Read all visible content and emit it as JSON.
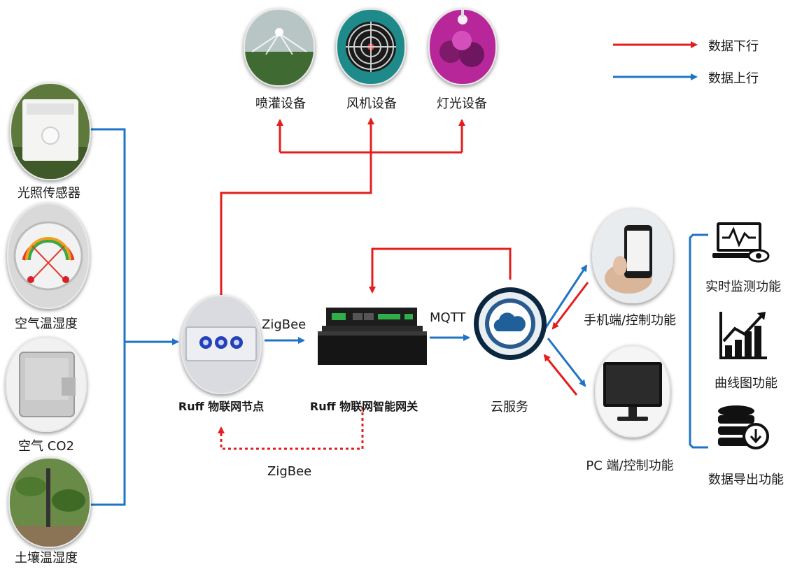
{
  "legend": {
    "down": {
      "label": "数据下行",
      "color": "#e41e1e"
    },
    "up": {
      "label": "数据上行",
      "color": "#1f74c6"
    }
  },
  "sensors": [
    {
      "label": "光照传感器",
      "icon": "light-sensor-icon"
    },
    {
      "label": "空气温湿度",
      "icon": "hygrometer-icon"
    },
    {
      "label": "空气 CO2",
      "icon": "co2-sensor-icon"
    },
    {
      "label": "土壤温湿度",
      "icon": "soil-probe-icon"
    }
  ],
  "actuators": [
    {
      "label": "喷灌设备",
      "icon": "sprinkler-icon"
    },
    {
      "label": "风机设备",
      "icon": "fan-icon"
    },
    {
      "label": "灯光设备",
      "icon": "grow-light-icon"
    }
  ],
  "node": {
    "label": "Ruff 物联网节点",
    "icon": "iot-node-icon"
  },
  "gateway": {
    "label": "Ruff 物联网智能网关",
    "icon": "gateway-icon"
  },
  "cloud": {
    "label": "云服务",
    "icon": "cloud-icon"
  },
  "links": {
    "zigbee_up": "ZigBee",
    "zigbee_back": "ZigBee",
    "mqtt": "MQTT"
  },
  "clients": [
    {
      "label": "手机端/控制功能",
      "icon": "smartphone-icon"
    },
    {
      "label": "PC 端/控制功能",
      "icon": "monitor-icon"
    }
  ],
  "functions": [
    {
      "label": "实时监测功能",
      "icon": "monitor-eye-icon"
    },
    {
      "label": "曲线图功能",
      "icon": "bar-chart-icon"
    },
    {
      "label": "数据导出功能",
      "icon": "database-export-icon"
    }
  ]
}
